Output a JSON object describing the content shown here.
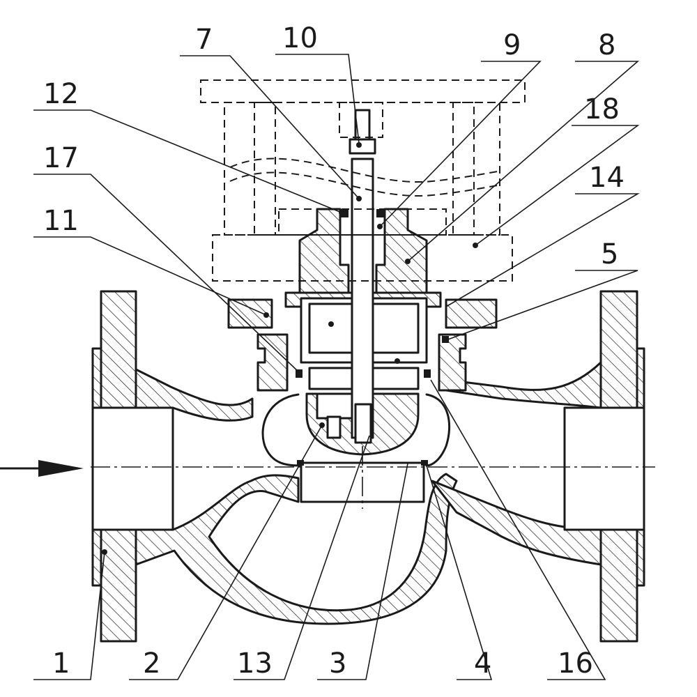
{
  "diagram": {
    "callouts": [
      {
        "id": "1",
        "label": "1"
      },
      {
        "id": "2",
        "label": "2"
      },
      {
        "id": "3",
        "label": "3"
      },
      {
        "id": "4",
        "label": "4"
      },
      {
        "id": "5",
        "label": "5"
      },
      {
        "id": "7",
        "label": "7"
      },
      {
        "id": "8",
        "label": "8"
      },
      {
        "id": "9",
        "label": "9"
      },
      {
        "id": "10",
        "label": "10"
      },
      {
        "id": "11",
        "label": "11"
      },
      {
        "id": "12",
        "label": "12"
      },
      {
        "id": "13",
        "label": "13"
      },
      {
        "id": "14",
        "label": "14"
      },
      {
        "id": "16",
        "label": "16"
      },
      {
        "id": "17",
        "label": "17"
      },
      {
        "id": "18",
        "label": "18"
      }
    ]
  }
}
